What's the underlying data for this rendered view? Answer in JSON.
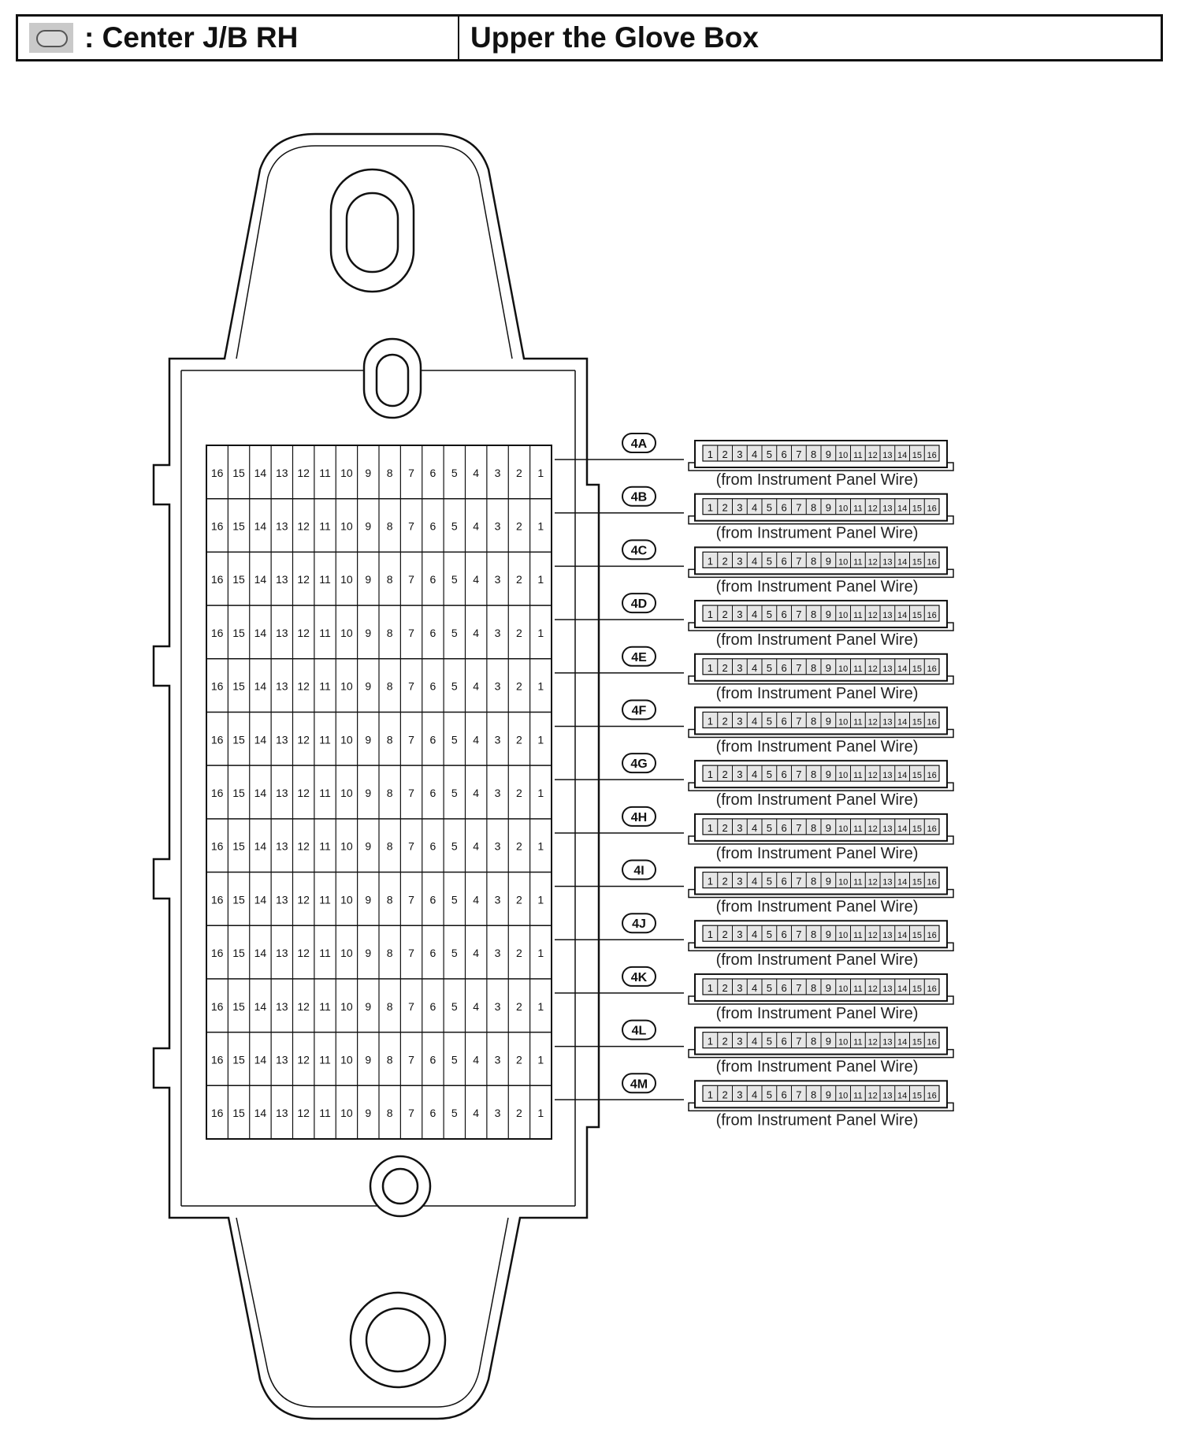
{
  "header": {
    "icon": "junction-block-icon",
    "left_title": ": Center J/B RH",
    "right_title": "Upper the Glove Box"
  },
  "junction_block": {
    "rows": 13,
    "pins_per_row": 16,
    "pin_labels": [
      "16",
      "15",
      "14",
      "13",
      "12",
      "11",
      "10",
      "9",
      "8",
      "7",
      "6",
      "5",
      "4",
      "3",
      "2",
      "1"
    ]
  },
  "connectors": [
    {
      "id": "4A",
      "caption": "(from Instrument Panel Wire)"
    },
    {
      "id": "4B",
      "caption": "(from Instrument Panel Wire)"
    },
    {
      "id": "4C",
      "caption": "(from Instrument Panel Wire)"
    },
    {
      "id": "4D",
      "caption": "(from Instrument Panel Wire)"
    },
    {
      "id": "4E",
      "caption": "(from Instrument Panel Wire)"
    },
    {
      "id": "4F",
      "caption": "(from Instrument Panel Wire)"
    },
    {
      "id": "4G",
      "caption": "(from Instrument Panel Wire)"
    },
    {
      "id": "4H",
      "caption": "(from Instrument Panel Wire)"
    },
    {
      "id": "4I",
      "caption": "(from Instrument Panel Wire)"
    },
    {
      "id": "4J",
      "caption": "(from Instrument Panel Wire)"
    },
    {
      "id": "4K",
      "caption": "(from Instrument Panel Wire)"
    },
    {
      "id": "4L",
      "caption": "(from Instrument Panel Wire)"
    },
    {
      "id": "4M",
      "caption": "(from Instrument Panel Wire)"
    }
  ],
  "connector_pins": [
    "1",
    "2",
    "3",
    "4",
    "5",
    "6",
    "7",
    "8",
    "9",
    "10",
    "11",
    "12",
    "13",
    "14",
    "15",
    "16"
  ],
  "colors": {
    "line": "#111111",
    "fill": "#ffffff",
    "shade": "#d0d0d0"
  }
}
